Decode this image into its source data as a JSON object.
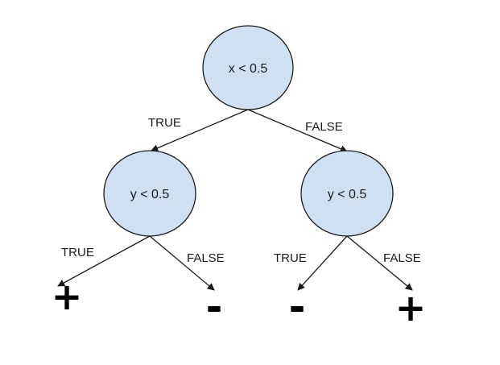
{
  "tree": {
    "root": {
      "label": "x < 0.5",
      "true_edge": "TRUE",
      "false_edge": "FALSE"
    },
    "left": {
      "label": "y < 0.5",
      "true_edge": "TRUE",
      "false_edge": "FALSE",
      "true_leaf": "+",
      "false_leaf": "-"
    },
    "right": {
      "label": "y < 0.5",
      "true_edge": "TRUE",
      "false_edge": "FALSE",
      "true_leaf": "-",
      "false_leaf": "+"
    }
  },
  "colors": {
    "node_fill": "#cfe0f2",
    "stroke": "#1a1a1a"
  }
}
